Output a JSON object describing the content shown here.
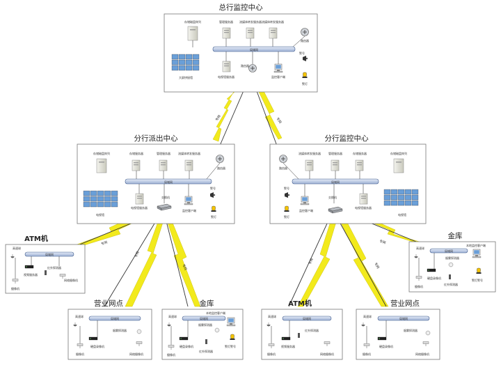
{
  "hq": {
    "title": "总行监控中心",
    "storage": "存储磁盘阵列",
    "management_server": "管理服务器",
    "media_server": "流媒体转发服务器",
    "router_top": "路由器",
    "lan": "局域网",
    "router_bottom": "路由器",
    "tvwall_server": "电视墙服务器",
    "monitor_client": "监控客户端",
    "video_wall": "大屏拼接墙",
    "alarm_light": "警号",
    "alarm_light2": "警灯"
  },
  "links": {
    "left_line": "专网",
    "right_line": "专网",
    "atm_left": "专网",
    "branch_left_mid": "专网",
    "vault_left": "专网",
    "atm_right": "专网",
    "branch_right_mid": "专网",
    "vault_right": "专网"
  },
  "left_branch": {
    "title": "分行派出中心",
    "storage": "存储磁盘阵列",
    "storage_server": "存储服务器",
    "management_server": "管理服务器",
    "media_server": "流媒体转发服务器",
    "router": "路由器",
    "lan": "局域网",
    "tvwall": "电视墙",
    "tvwall_server": "电视墙服务器",
    "switch": "交换机",
    "monitor_client": "监控客户端",
    "alarm": "警号",
    "alarm_light": "警灯"
  },
  "right_branch": {
    "title": "分行监控中心",
    "router": "路由器",
    "media_server": "流媒体转发服务器",
    "management_server": "管理服务器",
    "storage_server": "存储服务器",
    "storage": "存储磁盘阵列",
    "lan": "局域网",
    "alarm": "警号",
    "alarm_light": "警灯",
    "monitor_client": "监控客户端",
    "tvwall_server": "电视墙服务器",
    "switch": "交换机",
    "tvwall": "电视墙"
  },
  "atm_left": {
    "title": "ATM机",
    "dome": "高速球",
    "lan": "局域网",
    "video_server": "视频服务器",
    "ir_detector": "红外探测器",
    "ip_camera": "网络摄像机",
    "camera": "摄像机"
  },
  "branch_left": {
    "title": "营业网点",
    "dome": "高速球",
    "lan": "局域网",
    "smoke": "烟雾探测器",
    "dvr": "硬盘录像机",
    "camera": "摄像机",
    "ip_camera": "网络摄像机"
  },
  "vault_left": {
    "title": "金库",
    "dome": "高速球",
    "local_client": "本地监控客户端",
    "lan": "局域网",
    "smoke": "烟雾探测器",
    "dvr": "硬盘录像机",
    "camera": "摄像机",
    "ir_detector": "红外探测器",
    "alarm": "警灯警号"
  },
  "atm_right": {
    "title": "ATM机",
    "dome": "高速球",
    "lan": "局域网",
    "ir_detector": "红外探测器",
    "camera": "摄像机",
    "video_server": "视频服务器",
    "ip_camera": "网络摄像机"
  },
  "branch_right": {
    "title": "营业网点",
    "dome": "高速球",
    "lan": "局域网",
    "smoke": "烟雾探测器",
    "dvr": "硬盘录像机",
    "camera": "摄像机",
    "ip_camera": "网络摄像机"
  },
  "vault_right": {
    "title": "金库",
    "dome": "高速球",
    "local_client": "本地监控客户端",
    "lan": "局域网",
    "smoke": "烟雾探测器",
    "dvr": "硬盘录像机",
    "camera": "摄像机",
    "ir_detector": "红外探测器",
    "alarm": "警灯警号"
  },
  "colors": {
    "lan_fill": "#c7d3ea",
    "bolt": "#f2ea1c",
    "screen": "#6a9fd8"
  }
}
